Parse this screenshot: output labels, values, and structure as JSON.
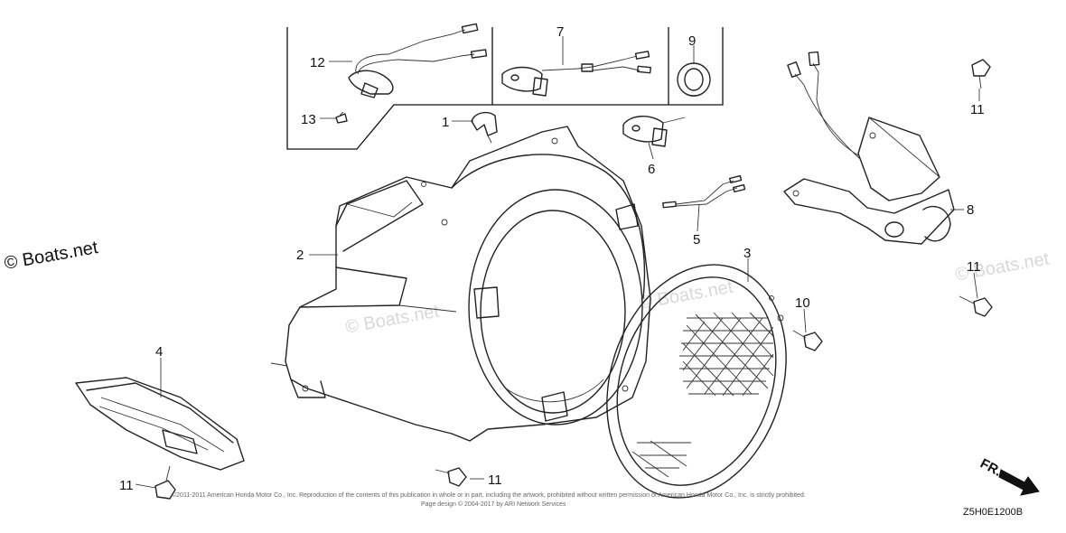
{
  "watermark": {
    "main": "© Boats.net",
    "faint": "© Boats.net"
  },
  "callouts": {
    "p1": "1",
    "p2": "2",
    "p3": "3",
    "p4": "4",
    "p5": "5",
    "p6": "6",
    "p7": "7",
    "p8": "8",
    "p9": "9",
    "p10": "10",
    "p11": "11",
    "p12": "12",
    "p13": "13"
  },
  "direction_label": "FR.",
  "diagram_code": "Z5H0E1200B",
  "copyright": {
    "line1": "©2011-2011 American Honda Motor Co., Inc. Reproduction of the contents of this publication in whole or in part, including the artwork, prohibited without written permission of American Honda Motor Co., Inc. is strictly prohibited.",
    "line2": "Page design © 2004-2017 by ARI Network Services"
  }
}
